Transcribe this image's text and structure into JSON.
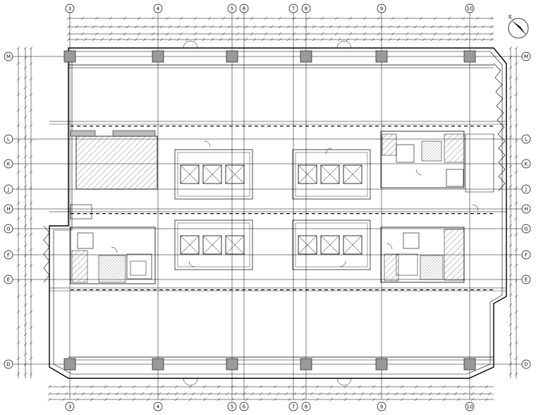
{
  "drawing": {
    "grid_columns": [
      "3",
      "4",
      "5",
      "6",
      "7",
      "8",
      "9",
      "10"
    ],
    "grid_rows": [
      "M",
      "L",
      "K",
      "J",
      "H",
      "G",
      "F",
      "E",
      "D"
    ],
    "north_label": "北",
    "colors": {
      "line": "#000000",
      "paper": "#ffffff",
      "column_fill": "#9a9a9a",
      "hatch": "#555555",
      "wall_fill": "#bdbdbd"
    }
  }
}
